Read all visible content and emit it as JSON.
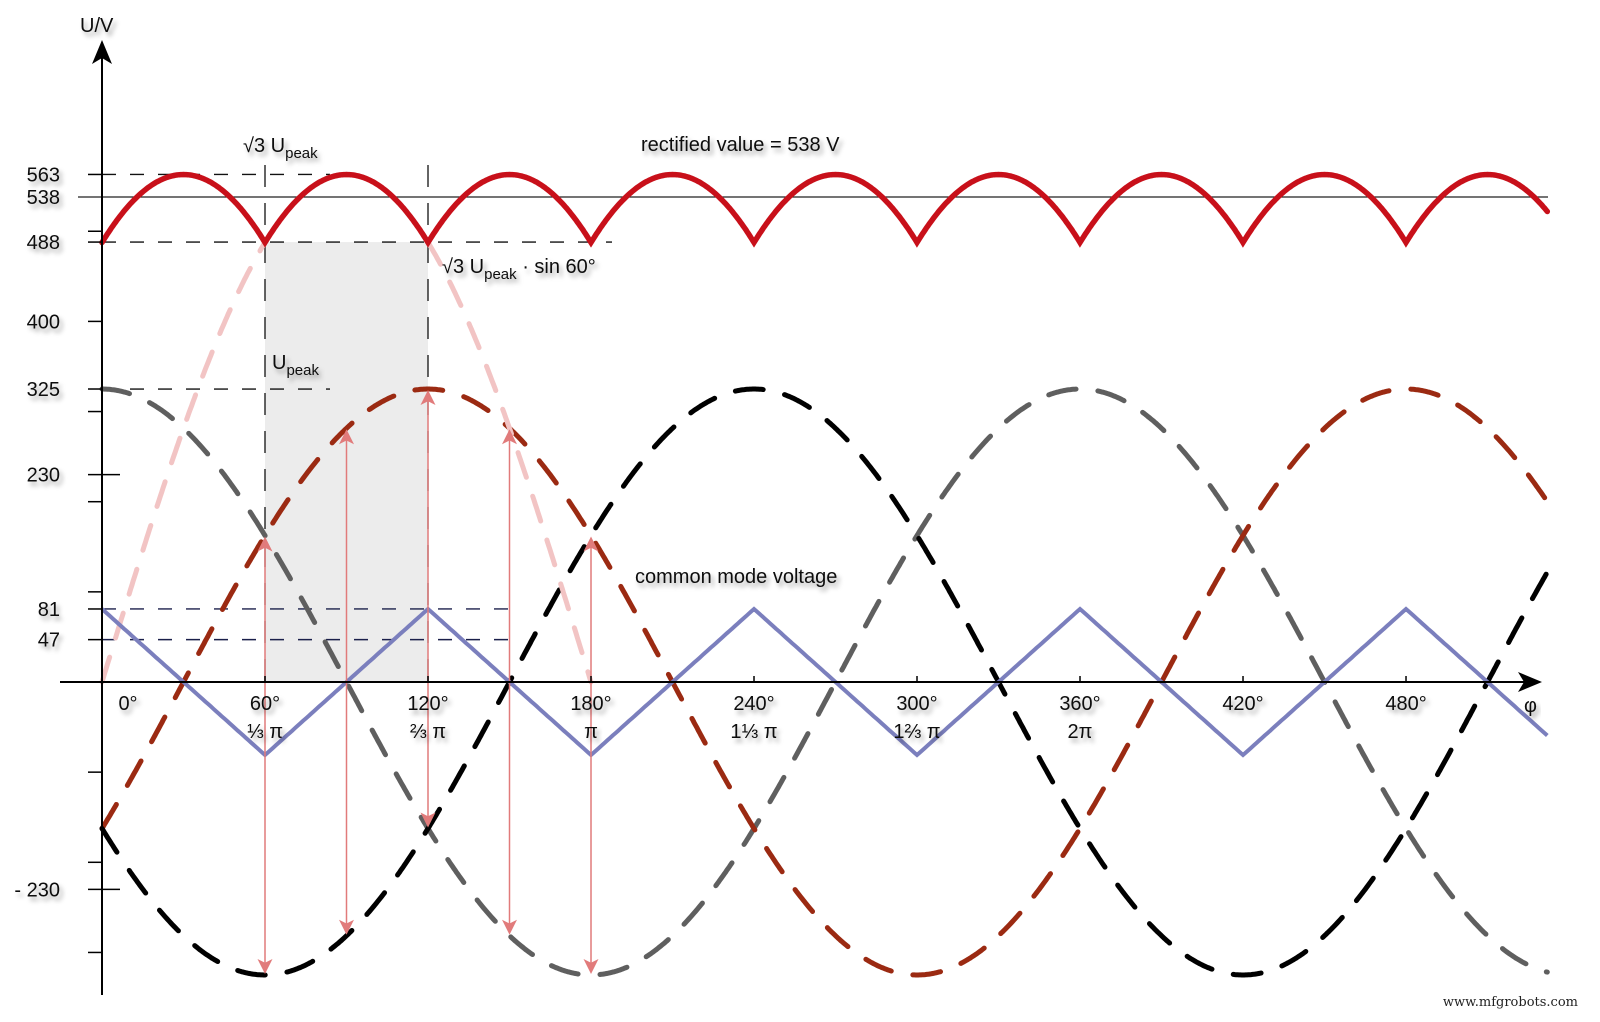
{
  "chart_data": {
    "type": "line",
    "title": "",
    "xlabel": "φ",
    "ylabel": "U/V",
    "x_unit": "degrees",
    "xlim": [
      0,
      530
    ],
    "ylim": [
      -330,
      600
    ],
    "grid": false,
    "x_ticks": [
      {
        "deg": 0,
        "label": "0°",
        "sub": ""
      },
      {
        "deg": 60,
        "label": "60°",
        "sub": "⅓ π"
      },
      {
        "deg": 120,
        "label": "120°",
        "sub": "⅔ π"
      },
      {
        "deg": 180,
        "label": "180°",
        "sub": "π"
      },
      {
        "deg": 240,
        "label": "240°",
        "sub": "1⅓ π"
      },
      {
        "deg": 300,
        "label": "300°",
        "sub": "1⅔ π"
      },
      {
        "deg": 360,
        "label": "360°",
        "sub": "2π"
      },
      {
        "deg": 420,
        "label": "420°",
        "sub": "",
        "muted": true
      },
      {
        "deg": 480,
        "label": "480°",
        "sub": "",
        "muted": true
      }
    ],
    "y_ticks": [
      {
        "value": 563,
        "label": "563"
      },
      {
        "value": 538,
        "label": "538"
      },
      {
        "value": 488,
        "label": "488"
      },
      {
        "value": 400,
        "label": "400"
      },
      {
        "value": 325,
        "label": "325"
      },
      {
        "value": 230,
        "label": "230"
      },
      {
        "value": 81,
        "label": "81"
      },
      {
        "value": 47,
        "label": "47"
      },
      {
        "value": -230,
        "label": "- 230"
      }
    ],
    "y_minor_ticks": [
      500,
      300,
      200,
      100,
      -100,
      -200,
      -300
    ],
    "series": [
      {
        "name": "phase L1 (grey, dashed)",
        "kind": "sine",
        "amplitude": 325,
        "peak_deg": 0,
        "color": "#5f5f5f",
        "style": "dashed"
      },
      {
        "name": "phase L2 (brown, dashed)",
        "kind": "sine",
        "amplitude": 325,
        "peak_deg": 120,
        "color": "#9b2a12",
        "style": "dashed"
      },
      {
        "name": "phase L3 (black, dashed)",
        "kind": "sine",
        "amplitude": 325,
        "peak_deg": 240,
        "color": "#000000",
        "style": "dashed"
      },
      {
        "name": "line-to-line reference (pink, dashed)",
        "kind": "sine",
        "amplitude": 563,
        "peak_deg": 90,
        "color": "#f2c4c4",
        "style": "dashed",
        "range_deg": [
          0,
          180
        ]
      },
      {
        "name": "rectified output",
        "kind": "max_minus_min",
        "max": 563,
        "min": 488,
        "mean": 538,
        "color": "#c8101a",
        "style": "solid"
      },
      {
        "name": "common mode voltage",
        "kind": "triangle",
        "max": 81,
        "min": -81,
        "period_deg": 120,
        "peak_deg": 0,
        "color": "#7b7fbd",
        "style": "solid"
      }
    ],
    "reference_lines": [
      {
        "value": 538,
        "label": "rectified value = 538 V",
        "style": "solid"
      },
      {
        "value": 563,
        "style": "dashed"
      },
      {
        "value": 488,
        "style": "dashed"
      },
      {
        "value": 325,
        "style": "dashed"
      },
      {
        "value": 81,
        "style": "dashed"
      },
      {
        "value": 47,
        "style": "dashed"
      }
    ],
    "highlight_region_deg": [
      60,
      120
    ],
    "arrows_deg": [
      60,
      90,
      120,
      150,
      180
    ],
    "annotations": [
      "√3 Upeak",
      "√3 Upeak · sin 60°",
      "Upeak",
      "rectified value = 538 V",
      "common mode voltage"
    ]
  },
  "labels": {
    "y_axis": "U/V",
    "x_axis": "φ",
    "sqrt3_upeak_main": "√3 U",
    "sqrt3_upeak_sub": "peak",
    "sin60_main": "√3 U",
    "sin60_sub": "peak",
    "sin60_tail": " · sin 60°",
    "upeak_main": "U",
    "upeak_sub": "peak",
    "rectified": "rectified value = 538 V",
    "common_mode": "common mode voltage"
  },
  "watermark": "www.mfgrobots.com"
}
